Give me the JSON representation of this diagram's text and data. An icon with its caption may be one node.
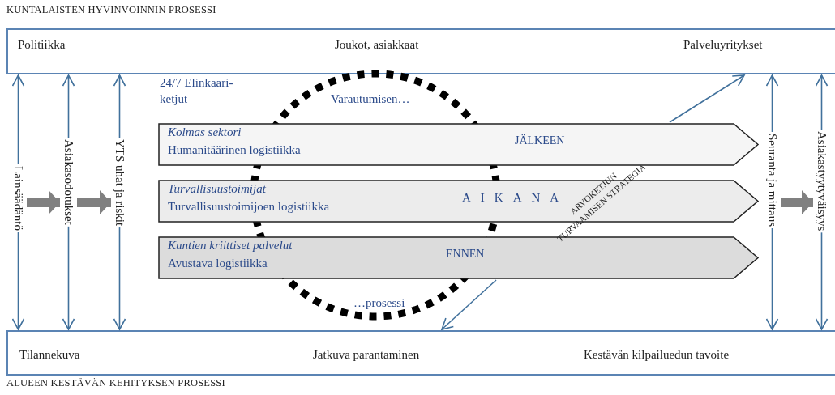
{
  "diagram": {
    "nodes": [
      {
        "text": [
          "KUNTALAISTEN HYVINVOINNIN PROSESSI",
          "Politiikka",
          "Joukot, asiakkaat",
          "Palveluyritykset"
        ]
      },
      {
        "text": [
          "Lainsäädäntö"
        ]
      },
      {
        "text": [
          "Asiakasodotukset"
        ]
      },
      {
        "text": [
          "YTS uhat ja riskit"
        ]
      },
      {
        "text": [
          "Varautumisen…",
          "…prosessi"
        ]
      },
      {
        "text": [
          "Kolmas sektori",
          "Humanitäärinen logistiikka",
          "JÄLKEEN"
        ]
      },
      {
        "text": [
          "Turvallisuustoimijat",
          "Turvallisuustoimijoen logistiikka",
          "AIKANA"
        ]
      },
      {
        "text": [
          "Kuntien kriittiset palvelut",
          "Avustava logistiikka",
          "ENNEN"
        ]
      },
      {
        "text": [
          "Seuranta ja mittaus"
        ]
      },
      {
        "text": [
          "Asiakastyytyväisyys"
        ]
      },
      {
        "text": [
          "Tilannekuva",
          "Jatkuva parantaminen",
          "Kestävän kilpailuedun tavoite",
          "ALUEEN KESTÄVÄN KEHITYKSEN PROSESSI"
        ]
      }
    ],
    "edges": [
      {
        "from": 1,
        "to": 0,
        "arrow": "to"
      },
      {
        "from": 1,
        "to": 10,
        "arrow": "to"
      },
      {
        "from": 2,
        "to": 0,
        "arrow": "to"
      },
      {
        "from": 2,
        "to": 10,
        "arrow": "to"
      },
      {
        "from": 3,
        "to": 0,
        "arrow": "to"
      },
      {
        "from": 3,
        "to": 10,
        "arrow": "to"
      },
      {
        "from": 1,
        "to": 2,
        "arrow": "to",
        "style": "thick",
        "color": "#808080"
      },
      {
        "from": 2,
        "to": 3,
        "arrow": "to",
        "style": "thick",
        "color": "#808080"
      },
      {
        "from": 8,
        "to": 0,
        "arrow": "to"
      },
      {
        "from": 8,
        "to": 10,
        "arrow": "to"
      },
      {
        "from": 9,
        "to": 0,
        "arrow": "to"
      },
      {
        "from": 9,
        "to": 10,
        "arrow": "to"
      },
      {
        "from": 8,
        "to": 9,
        "arrow": "to",
        "style": "thick",
        "color": "#808080"
      },
      {
        "from": 5,
        "to": 0,
        "arrow": "to"
      },
      {
        "from": 7,
        "to": 10,
        "arrow": "to"
      }
    ],
    "labels": [
      "24/7 Elinkaari-ketjut",
      "ARVOKETJUN TURVAAMISEN STRATEGIA"
    ]
  }
}
